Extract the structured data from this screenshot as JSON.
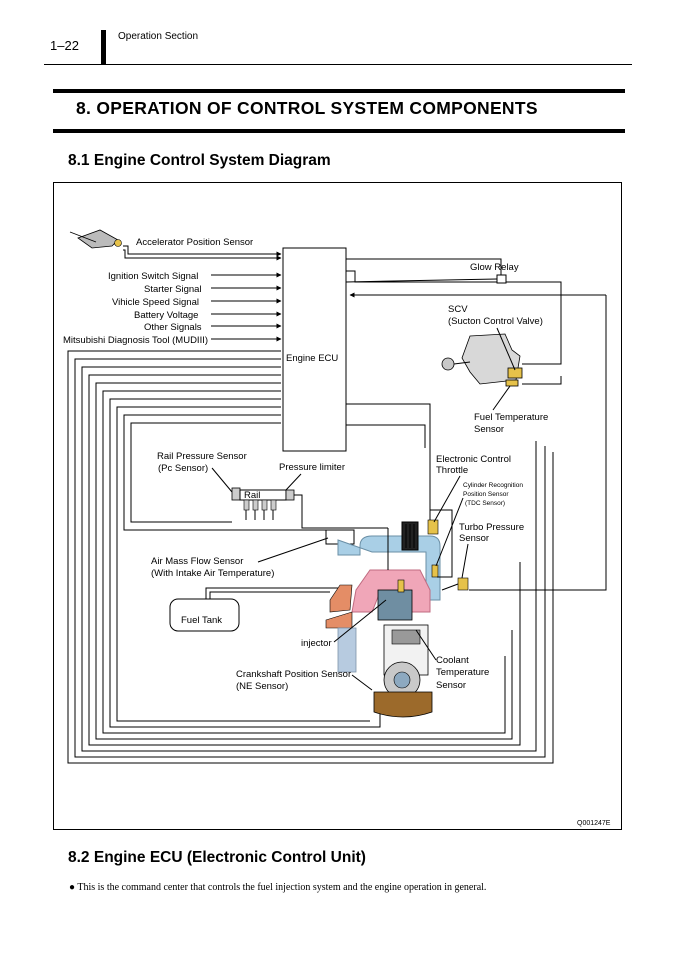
{
  "header": {
    "page_number": "1–22",
    "title": "Operation Section"
  },
  "section": {
    "title": "8.  OPERATION OF CONTROL SYSTEM COMPONENTS"
  },
  "subsection1": {
    "title": "8.1  Engine Control System Diagram"
  },
  "diagram": {
    "code": "Q001247E",
    "ecu_label": "Engine ECU",
    "labels": {
      "accelerator": "Accelerator Position Sensor",
      "ignition": "Ignition Switch Signal",
      "starter": "Starter Signal",
      "vehicle_speed": "Vihicle Speed Signal",
      "battery": "Battery  Voltage",
      "other": "Other Signals",
      "mudiii": "Mitsubishi Diagnosis Tool (MUDIII)",
      "glow_relay": "Glow Relay",
      "scv_1": "SCV",
      "scv_2": "(Sucton Control Valve)",
      "fuel_temp_1": "Fuel Temperature",
      "fuel_temp_2": "Sensor",
      "rail_pressure_1": "Rail Pressure Sensor",
      "rail_pressure_2": "(Pc Sensor)",
      "pressure_limiter": "Pressure limiter",
      "rail": "Rail",
      "throttle_1": "Electronic Control",
      "throttle_2": "Throttle",
      "tdc_1": "Cylinder Recognition",
      "tdc_2": "Position Sensor",
      "tdc_3": "(TDC Sensor)",
      "turbo_1": "Turbo Pressure",
      "turbo_2": "Sensor",
      "air_mass_1": "Air Mass Flow Sensor",
      "air_mass_2": "(With Intake Air Temperature)",
      "fuel_tank": "Fuel Tank",
      "injector": "injector",
      "crank_1": "Crankshaft Position Sensor",
      "crank_2": "(NE Sensor)",
      "coolant_1": "Coolant",
      "coolant_2": "Temperature",
      "coolant_3": "Sensor"
    }
  },
  "subsection2": {
    "title": "8.2  Engine ECU (Electronic Control Unit)"
  },
  "body": {
    "bullet": "This is the command center that controls the fuel injection system and the engine operation in general."
  }
}
